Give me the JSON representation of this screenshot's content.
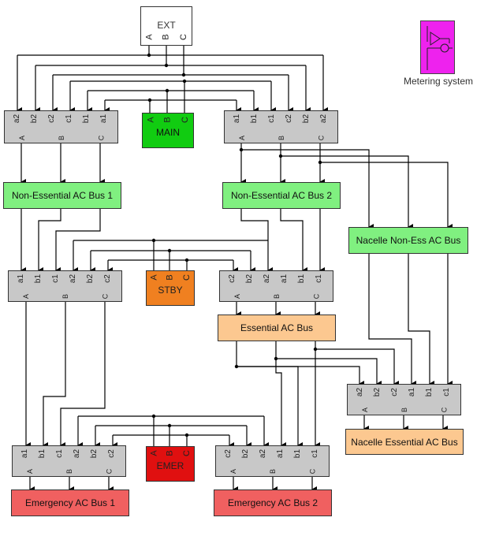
{
  "sources": {
    "ext": {
      "label": "EXT",
      "phases": [
        "A",
        "B",
        "C"
      ]
    },
    "main": {
      "label": "MAIN",
      "phases": [
        "A",
        "B",
        "C"
      ]
    },
    "stby": {
      "label": "STBY",
      "phases": [
        "A",
        "B",
        "C"
      ]
    },
    "emer": {
      "label": "EMER",
      "phases": [
        "A",
        "B",
        "C"
      ]
    }
  },
  "switches": {
    "sw_left_top": {
      "inputs": [
        "a2",
        "b2",
        "c2",
        "c1",
        "b1",
        "a1"
      ],
      "outputs": [
        "A",
        "B",
        "C"
      ]
    },
    "sw_right_top": {
      "inputs": [
        "a1",
        "b1",
        "c1",
        "c2",
        "b2",
        "a2"
      ],
      "outputs": [
        "A",
        "B",
        "C"
      ]
    },
    "sw_left_mid": {
      "inputs": [
        "a1",
        "b1",
        "c1",
        "a2",
        "b2",
        "c2"
      ],
      "outputs": [
        "A",
        "B",
        "C"
      ]
    },
    "sw_right_mid": {
      "inputs": [
        "c2",
        "b2",
        "a2",
        "a1",
        "b1",
        "c1"
      ],
      "outputs": [
        "A",
        "B",
        "C"
      ]
    },
    "sw_nacelle": {
      "inputs": [
        "a2",
        "b2",
        "c2",
        "a1",
        "b1",
        "c1"
      ],
      "outputs": [
        "A",
        "B",
        "C"
      ]
    },
    "sw_left_bot": {
      "inputs": [
        "a1",
        "b1",
        "c1",
        "a2",
        "b2",
        "c2"
      ],
      "outputs": [
        "A",
        "B",
        "C"
      ]
    },
    "sw_right_bot": {
      "inputs": [
        "c2",
        "b2",
        "a2",
        "a1",
        "b1",
        "c1"
      ],
      "outputs": [
        "A",
        "B",
        "C"
      ]
    }
  },
  "buses": {
    "non_ess_1": "Non-Essential AC Bus 1",
    "non_ess_2": "Non-Essential AC Bus 2",
    "nacelle_non_ess": "Nacelle Non-Ess AC Bus",
    "essential": "Essential AC Bus",
    "nacelle_ess": "Nacelle Essential AC Bus",
    "emergency_1": "Emergency AC Bus 1",
    "emergency_2": "Emergency AC Bus 2"
  },
  "metering": {
    "label": "Metering system"
  },
  "colors": {
    "ext": "#ffffff",
    "main": "#11cc11",
    "stby": "#f08020",
    "emer": "#e01010",
    "switch": "#c8c8c8",
    "bus_non_essential": "#80f080",
    "bus_essential": "#fcc890",
    "bus_emergency": "#f06060",
    "metering": "#ee22ee"
  }
}
